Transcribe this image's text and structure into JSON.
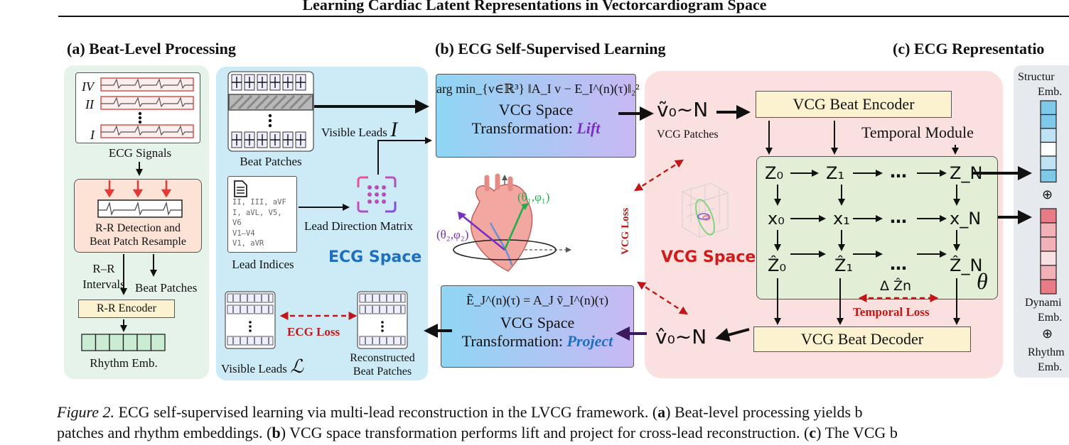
{
  "paper_title": "Learning Cardiac Latent Representations in Vectorcardiogram Space",
  "sections": {
    "a": "(a) Beat-Level Processing",
    "b": "(b) ECG Self-Supervised Learning",
    "c": "(c) ECG Representatio"
  },
  "panel_a": {
    "lead_iv": "IV",
    "lead_ii": "II",
    "lead_i": "I",
    "ecg_signals": "ECG Signals",
    "rr_detection_line1": "R-R Detection and",
    "rr_detection_line2": "Beat Patch Resample",
    "rr_intervals_line1": "R–R",
    "rr_intervals_line2": "Intervals",
    "beat_patches": "Beat Patches",
    "rr_encoder": "R-R Encoder",
    "rhythm_emb": "Rhythm Emb."
  },
  "panel_b": {
    "beat_patches": "Beat Patches",
    "visible_leads_i": "Visible Leads",
    "symbol_i": "I",
    "lead_direction_matrix": "Lead Direction Matrix",
    "lead_indices": "Lead Indices",
    "lead_indices_lines": [
      "II, III, aVF",
      "I, aVL, V5,",
      "V6",
      "V1–V4",
      "V1, aVR"
    ],
    "ecg_space": "ECG Space",
    "ecg_loss": "ECG Loss",
    "visible_leads_l": "Visible Leads",
    "symbol_l": "ℒ",
    "reconstructed_line1": "Reconstructed",
    "reconstructed_line2": "Beat Patches",
    "lift_formula": "arg min_{v∈ℝ³} ‖A_I v − E_I^(n)(τ)‖₂²",
    "lift_title": "VCG Space",
    "lift_sub": "Transformation:",
    "lift_word": "Lift",
    "project_formula": "Ẽ_J^(n)(τ) = A_J ṽ_I^(n)(τ)",
    "project_title": "VCG Space",
    "project_sub": "Transformation:",
    "project_word": "Project",
    "theta1": "(θ₁,φ₁)",
    "theta2": "(θ₂,φ₂)",
    "v_tilde": "ṽ₀∼N",
    "v_hat": "v̂₀∼N",
    "vcg_patches": "VCG Patches"
  },
  "panel_c": {
    "vcg_loss": "VCG Loss",
    "vcg_space": "VCG Space",
    "encoder": "VCG Beat Encoder",
    "temporal_module": "Temporal Module",
    "decoder": "VCG Beat Decoder",
    "z_row": [
      "Z₀",
      "Z₁",
      "…",
      "Z_N"
    ],
    "x_row": [
      "x₀",
      "x₁",
      "…",
      "x_N"
    ],
    "zhat_row": [
      "Ẑ₀",
      "Ẑ₁",
      "…",
      "Ẑ_N"
    ],
    "theta": "θ",
    "delta_z": "Δ Ẑn",
    "temporal_loss": "Temporal Loss",
    "structural_line1": "Structur",
    "structural_line2": "Emb.",
    "dynamic_line1": "Dynami",
    "dynamic_line2": "Emb.",
    "rhythm_line1": "Rhythm",
    "rhythm_line2": "Emb.",
    "oplus": "⊕"
  },
  "caption": {
    "label": "Figure 2.",
    "line1_a": "ECG self-supervised learning via multi-lead reconstruction in the LVCG framework. (",
    "line1_b": "a",
    "line1_c": ") Beat-level processing yields b",
    "line2_a": "patches and rhythm embeddings. (",
    "line2_b": "b",
    "line2_c": ") VCG space transformation performs lift and project for cross-lead reconstruction. (",
    "line2_d": "c",
    "line2_e": ") The VCG b"
  },
  "colors": {
    "panel_a_bg": "#e6f3ea",
    "panel_b_bg": "#cdebf7",
    "panel_c_bg": "#fbe0e0",
    "temporal_bg": "#e2efd6",
    "encoder_bg": "#fdf2cf",
    "lift_word": "#7a2ec0",
    "project_word": "#1f6fc0",
    "ecg_space": "#1f6fc0",
    "vcg_space": "#d11a1a",
    "loss_red": "#c01818"
  }
}
